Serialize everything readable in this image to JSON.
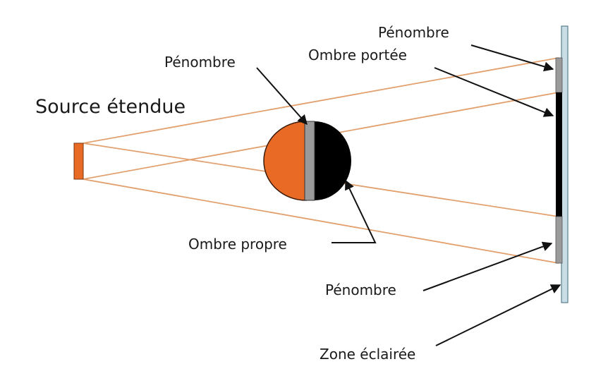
{
  "labels": {
    "source": "Source étendue",
    "penumbra_object": "Pénombre",
    "penumbra_screen_top": "Pénombre",
    "cast_shadow": "Ombre portée",
    "own_shadow": "Ombre propre",
    "penumbra_screen_bottom": "Pénombre",
    "lit_zone": "Zone éclairée"
  },
  "colors": {
    "source": "#e86a24",
    "lit_half": "#e86a24",
    "shadow": "#000000",
    "penumbra": "#9a9a9a",
    "rays": "#e2a06e",
    "screen": "#c9dde6",
    "arrows": "#111111"
  }
}
